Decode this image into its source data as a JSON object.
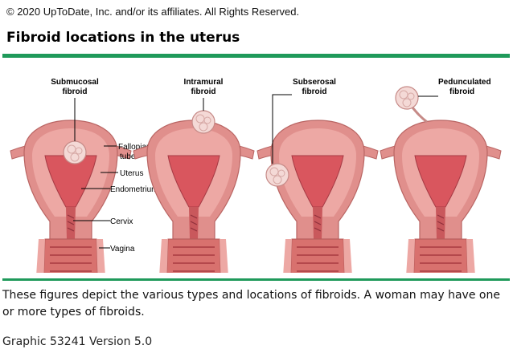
{
  "copyright": "© 2020 UpToDate, Inc. and/or its affiliates. All Rights Reserved.",
  "title": "Fibroid locations in the uterus",
  "labels": {
    "submucosal_1": "Submucosal",
    "submucosal_2": "fibroid",
    "intramural_1": "Intramural",
    "intramural_2": "fibroid",
    "subserosal_1": "Subserosal",
    "subserosal_2": "fibroid",
    "pedunculated_1": "Pedunculated",
    "pedunculated_2": "fibroid",
    "fallopian_1": "Fallopian",
    "fallopian_2": "tube",
    "uterus": "Uterus",
    "endometrium": "Endometrium",
    "cervix": "Cervix",
    "vagina": "Vagina"
  },
  "caption": "These figures depict the various types and locations of fibroids. A woman may have one or more types of fibroids.",
  "footer": "Graphic 53241 Version 5.0",
  "colors": {
    "uterus_outer": "#e08f8c",
    "uterus_body": "#eda8a4",
    "cavity": "#d9565e",
    "fibroid": "#f4d9d6",
    "vagina": "#d8716e",
    "accent_rule": "#1f9a5a"
  }
}
